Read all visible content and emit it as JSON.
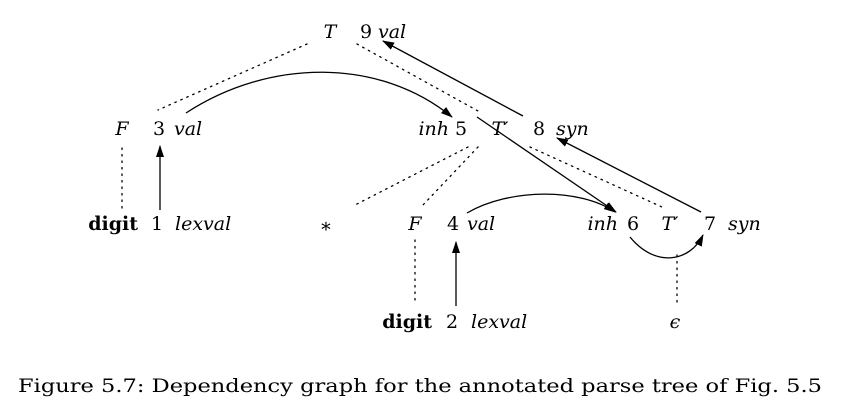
{
  "diagram": {
    "nodes": [
      {
        "id": "T9",
        "symbol": "T",
        "num": "9",
        "attr": "val"
      },
      {
        "id": "F3",
        "symbol": "F",
        "num": "3",
        "attr": "val"
      },
      {
        "id": "T8",
        "pre": "inh",
        "num": "5",
        "symbol": "T′",
        "num2": "8",
        "attr": "syn"
      },
      {
        "id": "D1",
        "symbol": "digit",
        "num": "1",
        "attr": "lexval"
      },
      {
        "id": "STAR",
        "symbol": "∗"
      },
      {
        "id": "F4",
        "symbol": "F",
        "num": "4",
        "attr": "val"
      },
      {
        "id": "T7",
        "pre": "inh",
        "num": "6",
        "symbol": "T′",
        "num2": "7",
        "attr": "syn"
      },
      {
        "id": "D2",
        "symbol": "digit",
        "num": "2",
        "attr": "lexval"
      },
      {
        "id": "EPS",
        "symbol": "ϵ"
      }
    ]
  },
  "caption": "Figure 5.7: Dependency graph for the annotated parse tree of Fig. 5.5"
}
